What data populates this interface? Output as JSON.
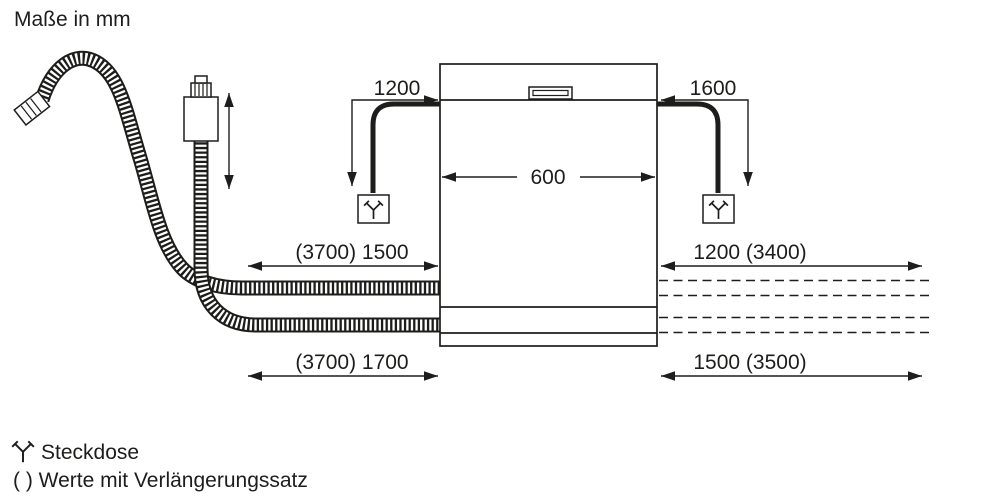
{
  "title": "Maße in mm",
  "appliance": {
    "width_label": "600"
  },
  "dims": {
    "left_cable": "1200",
    "right_cable": "1600",
    "left_hose_top": "(3700) 1500",
    "left_hose_bottom": "(3700) 1700",
    "right_hose_top": "1200 (3400)",
    "right_hose_bottom": "1500 (3500)"
  },
  "legend": {
    "socket": "Steckdose",
    "note": "( ) Werte mit Verlängerungssatz"
  },
  "icons": {
    "socket_symbol": "earthed-socket-icon"
  },
  "colors": {
    "line": "#1d1d1b",
    "background": "#ffffff"
  }
}
